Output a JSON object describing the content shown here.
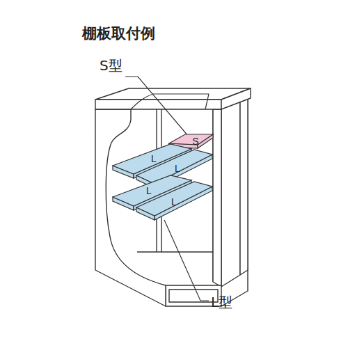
{
  "diagram": {
    "title": "棚板取付例",
    "nodes": [
      {
        "text": [
          "S"
        ]
      },
      {
        "text": [
          "L"
        ]
      },
      {
        "text": [
          "L"
        ]
      },
      {
        "text": [
          "L"
        ]
      },
      {
        "text": [
          "L"
        ]
      }
    ],
    "labels": [
      "S型",
      "L型"
    ]
  }
}
